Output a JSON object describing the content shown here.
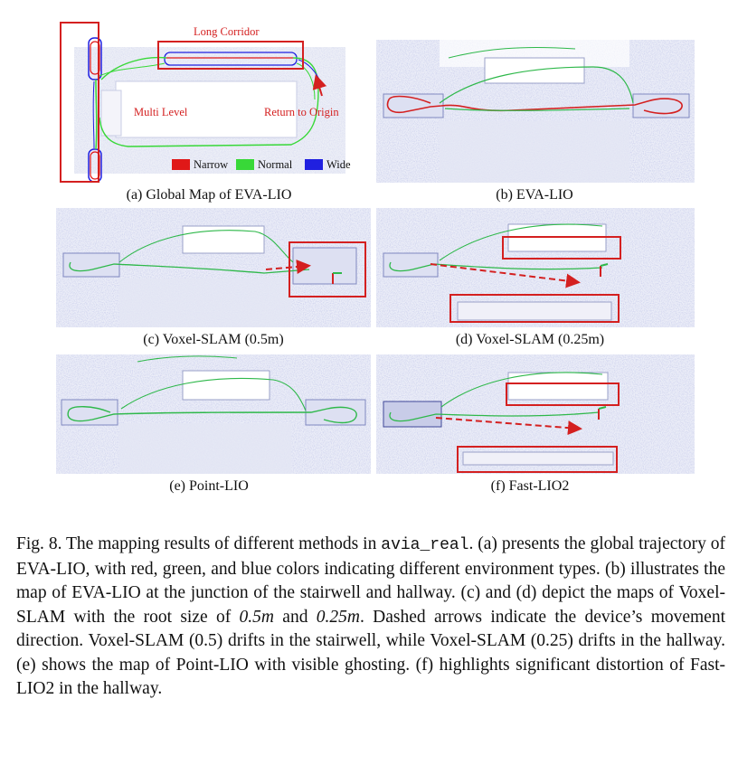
{
  "panels": {
    "a": {
      "label": "(a) Global Map of EVA-LIO",
      "annotations": {
        "corridor": "Long Corridor",
        "multi": "Multi Level",
        "return": "Return to Origin"
      },
      "legend": [
        {
          "label": "Narrow",
          "color": "#e01818"
        },
        {
          "label": "Normal",
          "color": "#38d838"
        },
        {
          "label": "Wide",
          "color": "#2020e0"
        }
      ]
    },
    "b": {
      "label": "(b) EVA-LIO"
    },
    "c": {
      "label": "(c) Voxel-SLAM (0.5m)"
    },
    "d": {
      "label": "(d) Voxel-SLAM (0.25m)"
    },
    "e": {
      "label": "(e) Point-LIO"
    },
    "f": {
      "label": "(f) Fast-LIO2"
    }
  },
  "colors": {
    "highlight_box": "#d42020",
    "trajectory_green": "#2eb84a",
    "trajectory_red": "#d42020",
    "map_points": "#b8bde0"
  },
  "caption": {
    "prefix": "Fig. 8.   The mapping results of different methods in ",
    "dataset": "avia_real",
    "text1": ". (a) presents the global trajectory of EVA-LIO, with red, green, and blue colors indicating different environment types. (b) illustrates the map of EVA-LIO at the junction of the stairwell and hallway. (c) and (d) depict the maps of Voxel-SLAM with the root size of ",
    "size1": "0.5m",
    "and": " and ",
    "size2": "0.25m",
    "text2": ". Dashed arrows indicate the device’s movement direction. Voxel-SLAM (0.5) drifts in the stairwell, while Voxel-SLAM (0.25) drifts in the hallway. (e) shows the map of Point-LIO with visible ghosting. (f) highlights significant distortion of Fast-LIO2 in the hallway."
  }
}
